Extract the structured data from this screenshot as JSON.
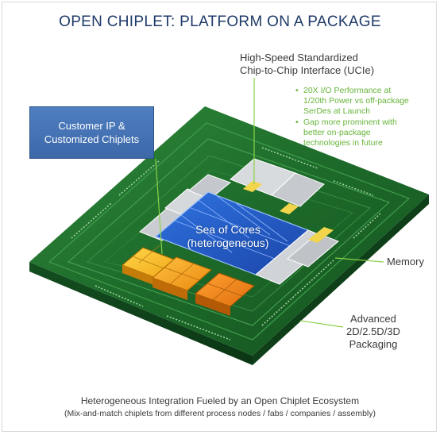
{
  "title": "OPEN CHIPLET: PLATFORM ON A PACKAGE",
  "ucie": {
    "line1": "High-Speed Standardized",
    "line2": "Chip-to-Chip Interface (UCIe)",
    "bullets": [
      [
        "20X I/O Performance at",
        "1/20th Power vs off-package",
        "SerDes at Launch"
      ],
      [
        "Gap more prominent with",
        "better on-package",
        "technologies in future"
      ]
    ]
  },
  "customer": {
    "line1": "Customer IP &",
    "line2": "Customized Chiplets"
  },
  "sea": {
    "line1": "Sea of Cores",
    "line2": "(heterogeneous)"
  },
  "memory": "Memory",
  "packaging": {
    "line1": "Advanced",
    "line2": "2D/2.5D/3D",
    "line3": "Packaging"
  },
  "footer": {
    "line1": "Heterogeneous Integration Fueled by an Open Chiplet Ecosystem",
    "line2": "(Mix-and-match chiplets from different process nodes / fabs / companies / assembly)"
  },
  "colors": {
    "title": "#1f3a68",
    "substrate": "#1f6b2c",
    "callout_box": "#4a7bbd",
    "green_text": "#67b53a",
    "cores": "#2f5fc4",
    "chiplets": "#f0a020"
  }
}
